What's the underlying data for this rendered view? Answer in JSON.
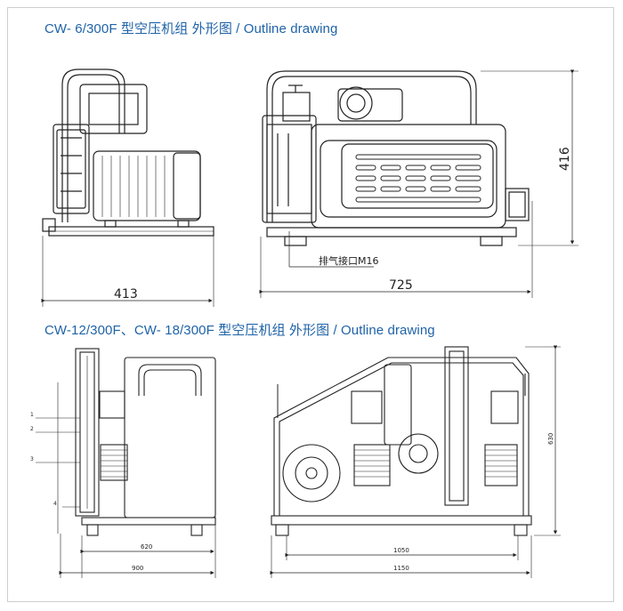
{
  "titles": {
    "top": "CW- 6/300F  型空压机组  外形图 / Outline drawing",
    "bottom": "CW-12/300F、CW- 18/300F  型空压机组  外形图 / Outline drawing"
  },
  "top_drawing": {
    "side_width": "413",
    "front_length": "725",
    "height": "416",
    "outlet_label": "排气接口M16"
  },
  "bottom_drawing": {
    "side_base_inner": "620",
    "side_base_outer": "900",
    "front_base_inner": "1050",
    "front_base_outer": "1150",
    "height": "630",
    "side_annotations": [
      "1",
      "2",
      "3",
      "4"
    ]
  }
}
